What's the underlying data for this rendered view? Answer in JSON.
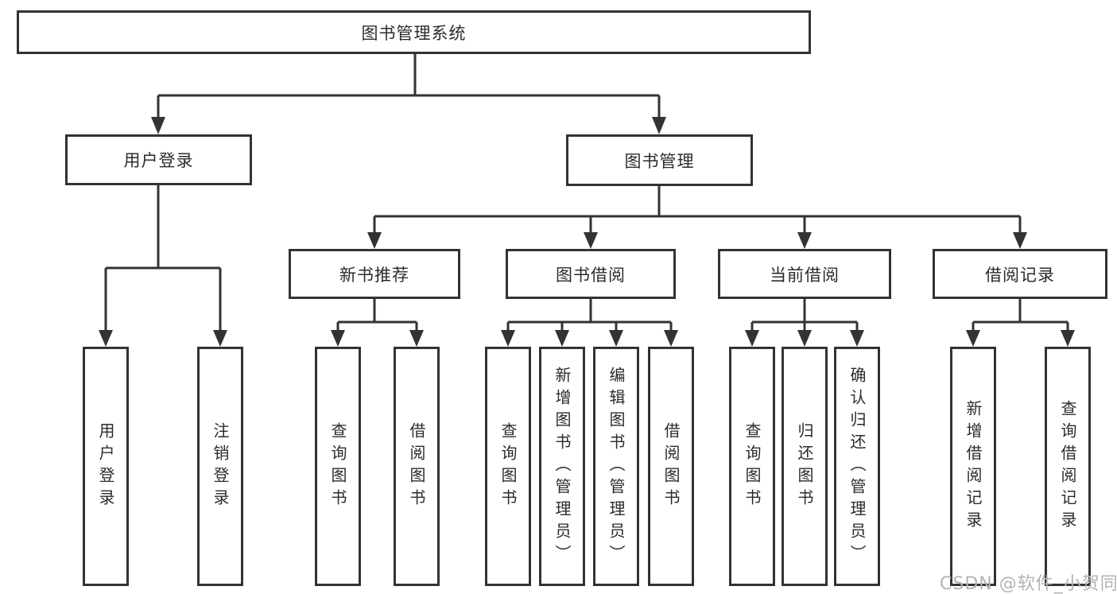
{
  "diagram": {
    "title": "图书管理系统",
    "branches": {
      "user_login": {
        "label": "用户登录",
        "children": [
          "用户登录",
          "注销登录"
        ]
      },
      "book_management": {
        "label": "图书管理",
        "groups": [
          {
            "label": "新书推荐",
            "children": [
              "查询图书",
              "借阅图书"
            ]
          },
          {
            "label": "图书借阅",
            "children": [
              "查询图书",
              "新增图书（管理员）",
              "编辑图书（管理员）",
              "借阅图书"
            ]
          },
          {
            "label": "当前借阅",
            "children": [
              "查询图书",
              "归还图书",
              "确认归还（管理员）"
            ]
          },
          {
            "label": "借阅记录",
            "children": [
              "新增借阅记录",
              "查询借阅记录"
            ]
          }
        ]
      }
    }
  },
  "watermark": {
    "text": "CSDN @软件_小贺同学"
  },
  "colors": {
    "line": "#333333",
    "text": "#2b2b2b",
    "watermark": "#b3b3b3",
    "background": "#ffffff"
  }
}
